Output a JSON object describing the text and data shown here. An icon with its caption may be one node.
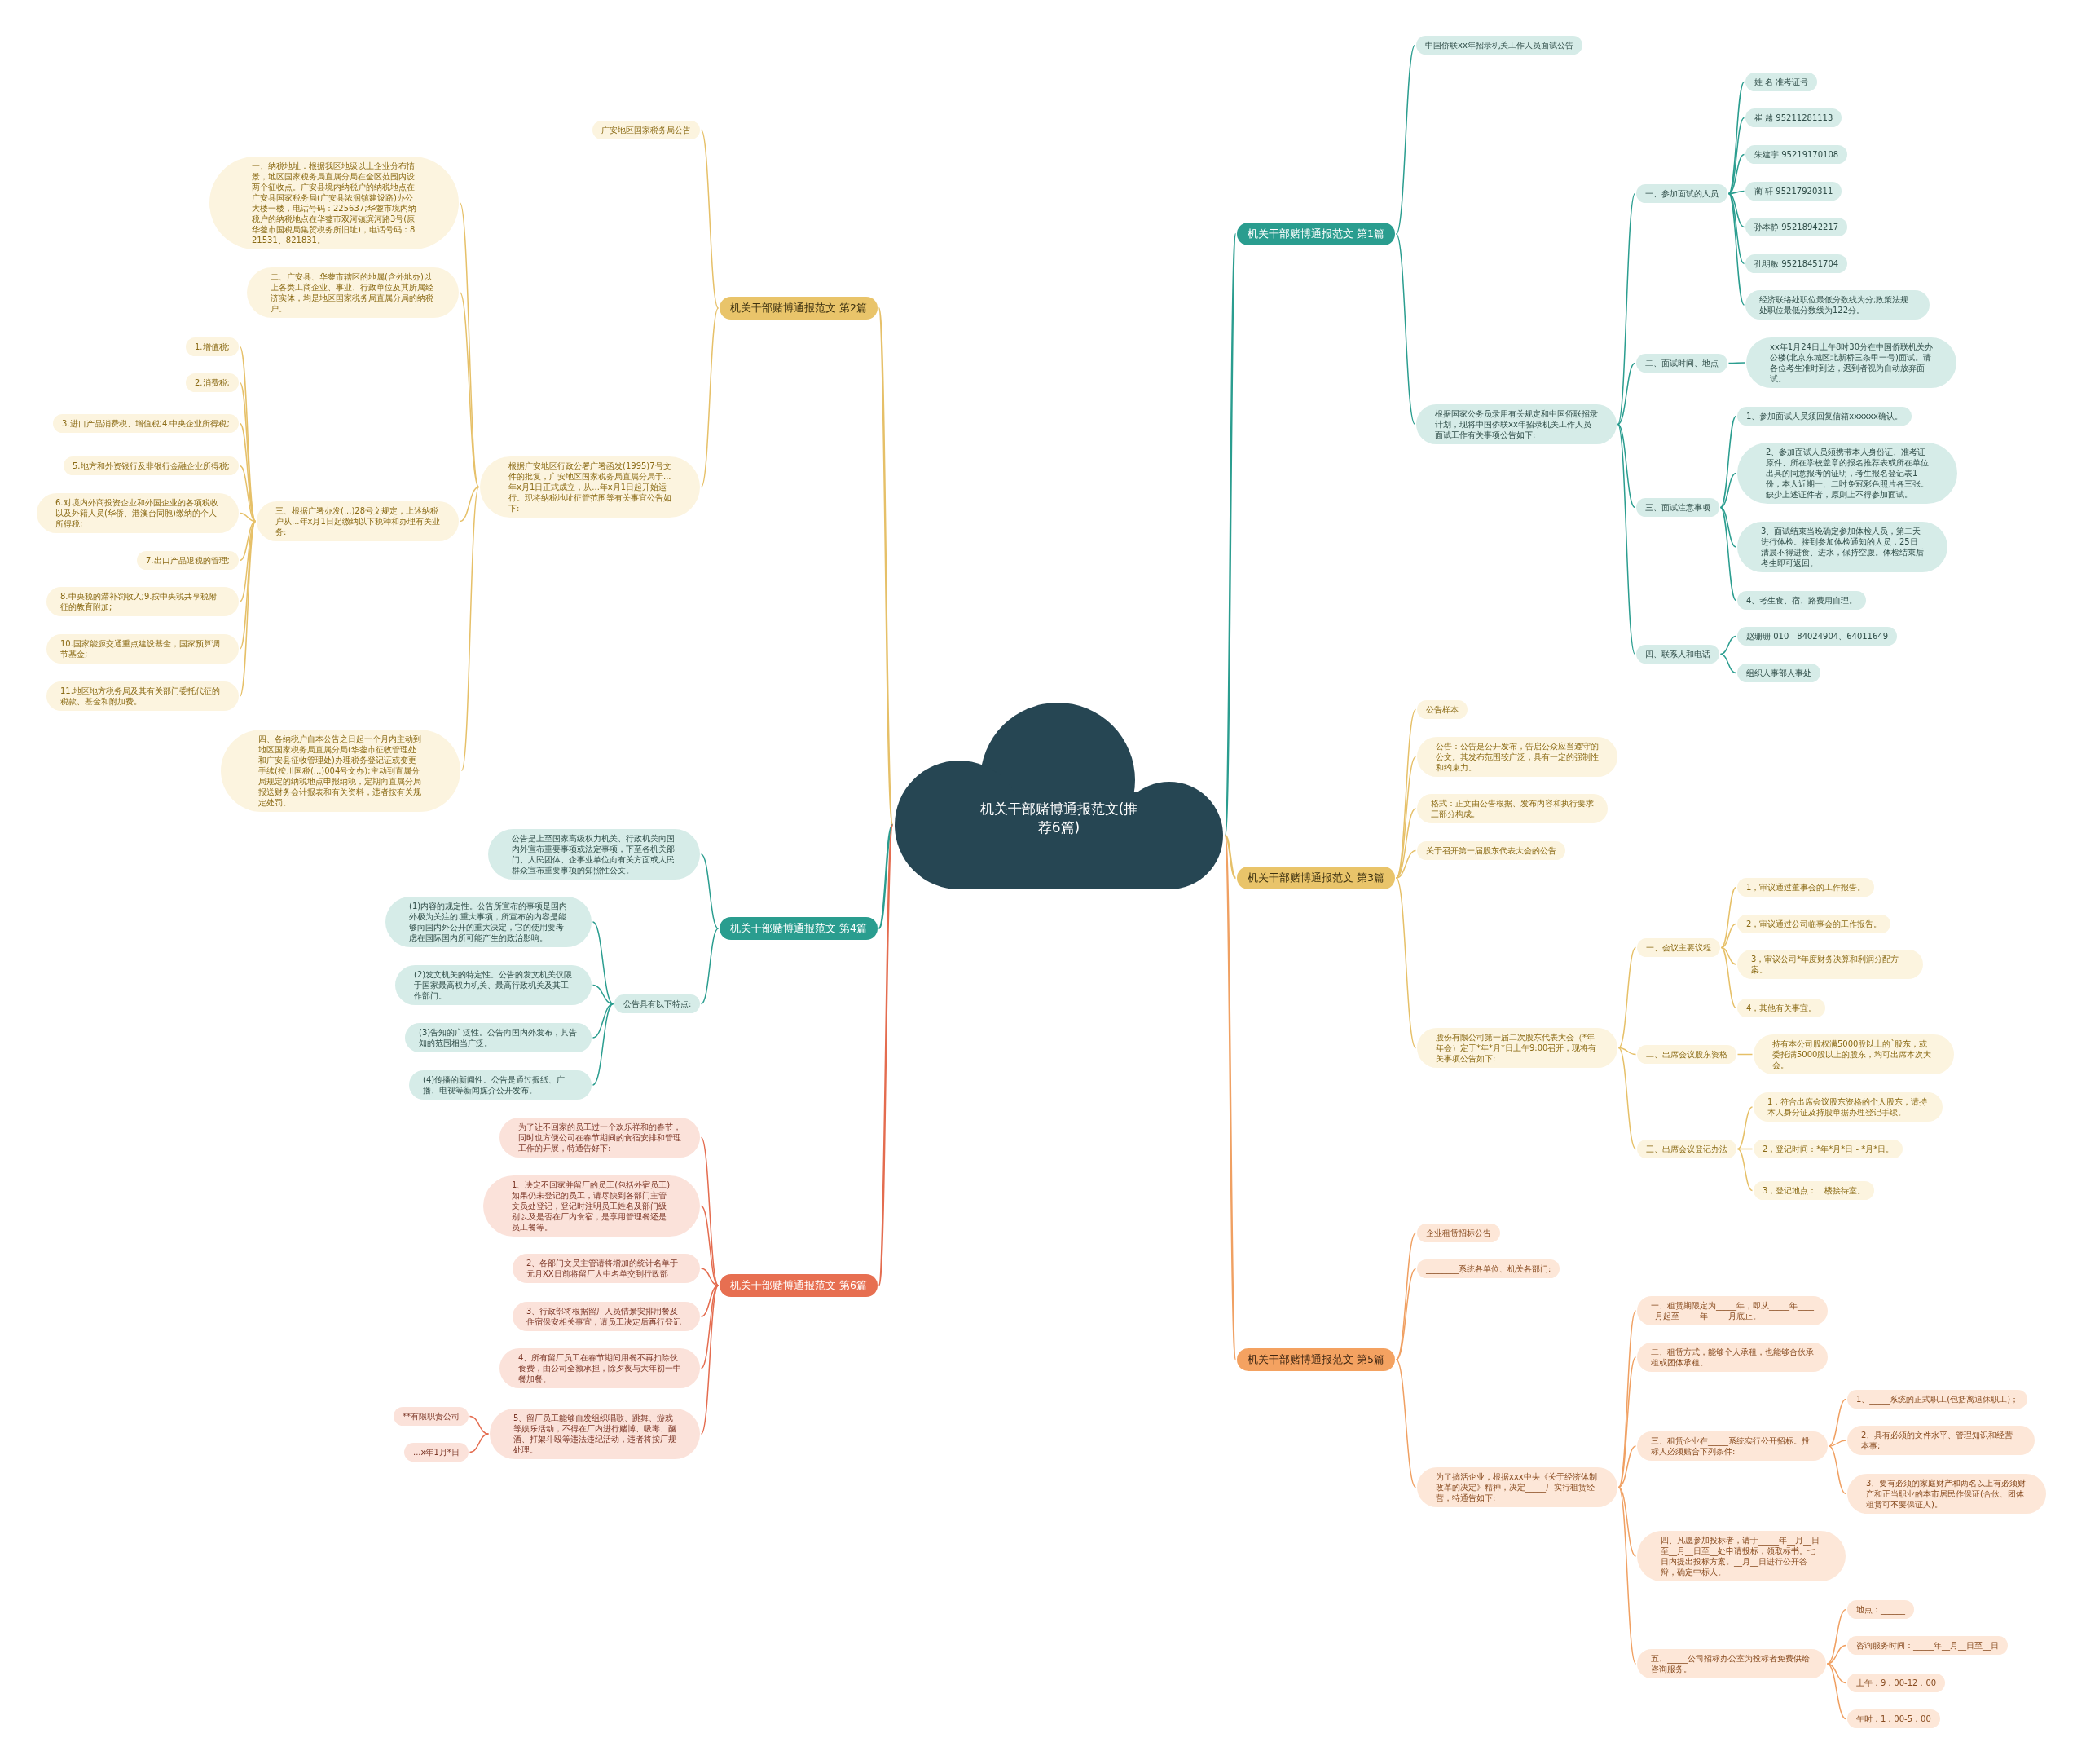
{
  "diagram": {
    "nodes": [
      {
        "text": [
          "机关干部赌博通报范文(推荐6篇)"
        ]
      },
      {
        "text": [
          "机关干部赌博通报范文 第1篇"
        ]
      },
      {
        "text": [
          "中国侨联xx年招录机关工作人员面试公告"
        ]
      },
      {
        "text": [
          "根据国家公务员录用有关规定和中国侨联招录计划，现将中国侨联xx年招录机关工作人员面试工作有关事项公告如下:"
        ]
      },
      {
        "text": [
          "一、参加面试的人员"
        ]
      },
      {
        "text": [
          "姓 名 准考证号"
        ]
      },
      {
        "text": [
          "崔 越 95211281113"
        ]
      },
      {
        "text": [
          "朱建宇 95219170108"
        ]
      },
      {
        "text": [
          "蔺 轩 95217920311"
        ]
      },
      {
        "text": [
          "孙本静 95218942217"
        ]
      },
      {
        "text": [
          "孔明敏 95218451704"
        ]
      },
      {
        "text": [
          "经济联络处职位最低分数线为分;政策法规处职位最低分数线为122分。"
        ]
      },
      {
        "text": [
          "二、面试时间、地点"
        ]
      },
      {
        "text": [
          "xx年1月24日上午8时30分在中国侨联机关办公楼(北京东城区北新桥三条甲一号)面试。请各位考生准时到达，迟到者视为自动放弃面试。"
        ]
      },
      {
        "text": [
          "三、面试注意事项"
        ]
      },
      {
        "text": [
          "1、参加面试人员须回复信箱xxxxxx确认。"
        ]
      },
      {
        "text": [
          "2、参加面试人员须携带本人身份证、准考证原件、所在学校盖章的报名推荐表或所在单位出具的同意报考的证明，考生报名登记表1份，本人近期一、二吋免冠彩色照片各三张。缺少上述证件者，原则上不得参加面试。"
        ]
      },
      {
        "text": [
          "3、面试结束当晚确定参加体检人员，第二天进行体检。接到参加体检通知的人员，25日清晨不得进食、进水，保持空腹。体检结束后考生即可返回。"
        ]
      },
      {
        "text": [
          "4、考生食、宿、路费用自理。"
        ]
      },
      {
        "text": [
          "四、联系人和电话"
        ]
      },
      {
        "text": [
          "赵珊珊 010—84024904、64011649"
        ]
      },
      {
        "text": [
          "组织人事部人事处"
        ]
      },
      {
        "text": [
          "机关干部赌博通报范文 第3篇"
        ]
      },
      {
        "text": [
          "公告样本"
        ]
      },
      {
        "text": [
          "公告：公告是公开发布，告启公众应当遵守的公文。其发布范围较广泛，具有一定的强制性和约束力。"
        ]
      },
      {
        "text": [
          "格式：正文由公告根据、发布内容和执行要求三部分构成。"
        ]
      },
      {
        "text": [
          "关于召开第一届股东代表大会的公告"
        ]
      },
      {
        "text": [
          "股份有限公司第一届二次股东代表大会（*年年会）定于*年*月*日上午9:00召开，现将有关事项公告如下:"
        ]
      },
      {
        "text": [
          "一、会议主要议程"
        ]
      },
      {
        "text": [
          "1，审议通过董事会的工作报告。"
        ]
      },
      {
        "text": [
          "2，审议通过公司临事会的工作报告。"
        ]
      },
      {
        "text": [
          "3，审议公司*年度财务决算和利润分配方案。"
        ]
      },
      {
        "text": [
          "4，其他有关事宜。"
        ]
      },
      {
        "text": [
          "二、出席会议股东资格"
        ]
      },
      {
        "text": [
          "持有本公司股权满5000股以上的`股东，或委托满5000股以上的股东，均可出席本次大会。"
        ]
      },
      {
        "text": [
          "三、出席会议登记办法"
        ]
      },
      {
        "text": [
          "1，符合出席会议股东资格的个人股东，请持本人身分证及持股单据办理登记手续。"
        ]
      },
      {
        "text": [
          "2，登记时间：*年*月*日 - *月*日。"
        ]
      },
      {
        "text": [
          "3，登记地点：二楼接待室。"
        ]
      },
      {
        "text": [
          "机关干部赌博通报范文 第5篇"
        ]
      },
      {
        "text": [
          "企业租赁招标公告"
        ]
      },
      {
        "text": [
          "________系统各单位、机关各部门:"
        ]
      },
      {
        "text": [
          "为了搞活企业，根据xxx中央《关于经济体制改革的决定》精神，决定_____厂实行租赁经营，特通告如下:"
        ]
      },
      {
        "text": [
          "一、租赁期限定为_____年，即从_____年_____月起至_____年_____月底止。"
        ]
      },
      {
        "text": [
          "二、租赁方式，能够个人承租，也能够合伙承租或团体承租。"
        ]
      },
      {
        "text": [
          "三、租赁企业在_____系统实行公开招标。投标人必须贴合下列条件:"
        ]
      },
      {
        "text": [
          "1、_____系统的正式职工(包括离退休职工)；"
        ]
      },
      {
        "text": [
          "2、具有必须的文件水平、管理知识和经营本事;"
        ]
      },
      {
        "text": [
          "3、要有必须的家庭财产和两名以上有必须财产和正当职业的本市居民作保证(合伙、团体租赁可不要保证人)。"
        ]
      },
      {
        "text": [
          "四、凡愿参加投标者，请于_____年__月__日至__月__日至__处申请投标，领取标书。七日内提出投标方案。__月__日进行公开答辩，确定中标人。"
        ]
      },
      {
        "text": [
          "五、_____公司招标办公室为投标者免费供给咨询服务。"
        ]
      },
      {
        "text": [
          "地点：______"
        ]
      },
      {
        "text": [
          "咨询服务时间：_____年__月__日至__日"
        ]
      },
      {
        "text": [
          "上午：9：00-12：00"
        ]
      },
      {
        "text": [
          "午时：1：00-5：00"
        ]
      },
      {
        "text": [
          "机关干部赌博通报范文 第2篇"
        ]
      },
      {
        "text": [
          "广安地区国家税务局公告"
        ]
      },
      {
        "text": [
          "根据广安地区行政公署广署函发(1995)7号文件的批复，广安地区国家税务局直属分局于...年x月1日正式成立，从...年x月1日起开始运行。现将纳税地址征管范围等有关事宜公告如下:"
        ]
      },
      {
        "text": [
          "一、纳税地址：根据我区地级以上企业分布情景，地区国家税务局直属分局在全区范围内设两个征收点。广安县境内纳税户的纳税地点在广安县国家税务局(广安县浓洄镇建设路)办公大楼一楼，电话号码：225637;华蓥市境内纳税户的纳税地点在华蓥市双河镇滨河路3号(原华蓥市国税局集贸税务所旧址)，电话号码：821531、821831。"
        ]
      },
      {
        "text": [
          "二、广安县、华蓥市辖区的地属(含外地办)以上各类工商企业、事业、行政单位及其所属经济实体，均是地区国家税务局直属分局的纳税户。"
        ]
      },
      {
        "text": [
          "三、根据广署办发(...)28号文规定，上述纳税户从...年x月1日起缴纳以下税种和办理有关业务:"
        ]
      },
      {
        "text": [
          "1.增值税;"
        ]
      },
      {
        "text": [
          "2.消费税;"
        ]
      },
      {
        "text": [
          "3.进口产品消费税、增值税;4.中央企业所得税;"
        ]
      },
      {
        "text": [
          "5.地方和外资银行及非银行金融企业所得税;"
        ]
      },
      {
        "text": [
          "6.对境内外商投资企业和外国企业的各项税收以及外籍人员(华侨、港澳台同胞)缴纳的个人所得税;"
        ]
      },
      {
        "text": [
          "7.出口产品退税的管理;"
        ]
      },
      {
        "text": [
          "8.中央税的滞补罚收入;9.按中央税共享税附征的教育附加;"
        ]
      },
      {
        "text": [
          "10.国家能源交通重点建设基金，国家预算调节基金;"
        ]
      },
      {
        "text": [
          "11.地区地方税务局及其有关部门委托代征的税款、基金和附加费。"
        ]
      },
      {
        "text": [
          "四、各纳税户自本公告之日起一个月内主动到地区国家税务局直属分局(华蓥市征收管理处和广安县征收管理处)办理税务登记证或变更手续(按川国税(...)004号文办);主动到直属分局规定的纳税地点申报纳税，定期向直属分局报送财务会计报表和有关资料，违者按有关规定处罚。"
        ]
      },
      {
        "text": [
          "机关干部赌博通报范文 第4篇"
        ]
      },
      {
        "text": [
          "公告是上至国家高级权力机关、行政机关向国内外宣布重要事项或法定事项，下至各机关部门、人民团体、企事业单位向有关方面或人民群众宣布重要事项的知照性公文。"
        ]
      },
      {
        "text": [
          "公告具有以下特点:"
        ]
      },
      {
        "text": [
          "(1)内容的规定性。公告所宣布的事项是国内外极为关注的.重大事项，所宣布的内容是能够向国内外公开的重大决定，它的使用要考虑在国际国内所可能产生的政治影响。"
        ]
      },
      {
        "text": [
          "(2)发文机关的特定性。公告的发文机关仅限于国家最高权力机关、最高行政机关及其工作部门。"
        ]
      },
      {
        "text": [
          "(3)告知的广泛性。公告向国内外发布，其告知的范围相当广泛。"
        ]
      },
      {
        "text": [
          "(4)传播的新闻性。公告是通过报纸、广播、电视等新闻媒介公开发布。"
        ]
      },
      {
        "text": [
          "机关干部赌博通报范文 第6篇"
        ]
      },
      {
        "text": [
          "为了让不回家的员工过一个欢乐祥和的春节，同时也方便公司在春节期间的食宿安排和管理工作的开展，特通告好下:"
        ]
      },
      {
        "text": [
          "1、决定不回家并留厂的员工(包括外宿员工)如果仍未登记的员工，请尽快到各部门主管文员处登记，登记时注明员工姓名及部门级别以及是否在厂内食宿，是享用管理餐还是员工餐等。"
        ]
      },
      {
        "text": [
          "2、各部门文员主管请将增加的统计名单于元月XX日前将留厂人中名单交到行政部"
        ]
      },
      {
        "text": [
          "3、行政部将根据留厂人员情景安排用餐及住宿保安相关事宜，请员工决定后再行登记"
        ]
      },
      {
        "text": [
          "4、所有留厂员工在春节期间用餐不再扣除伙食费，由公司全额承担，除夕夜与大年初一中餐加餐。"
        ]
      },
      {
        "text": [
          "5、留厂员工能够自发组织唱歌、跳舞、游戏等娱乐活动，不得在厂内进行赌博、吸毒、酗酒、打架斗殴等违法违纪活动，违者将按厂规处理。"
        ]
      },
      {
        "text": [
          "**有限职责公司"
        ]
      },
      {
        "text": [
          "...x年1月*日"
        ]
      }
    ],
    "edges": [
      {
        "from": 0,
        "to": 1,
        "arrow": "none",
        "color": "#2a9d8f"
      },
      {
        "from": 1,
        "to": 2,
        "arrow": "none",
        "color": "#2a9d8f"
      },
      {
        "from": 1,
        "to": 3,
        "arrow": "none",
        "color": "#2a9d8f"
      },
      {
        "from": 3,
        "to": 4,
        "arrow": "none",
        "color": "#2a9d8f"
      },
      {
        "from": 4,
        "to": 5,
        "arrow": "none",
        "color": "#2a9d8f"
      },
      {
        "from": 4,
        "to": 6,
        "arrow": "none",
        "color": "#2a9d8f"
      },
      {
        "from": 4,
        "to": 7,
        "arrow": "none",
        "color": "#2a9d8f"
      },
      {
        "from": 4,
        "to": 8,
        "arrow": "none",
        "color": "#2a9d8f"
      },
      {
        "from": 4,
        "to": 9,
        "arrow": "none",
        "color": "#2a9d8f"
      },
      {
        "from": 4,
        "to": 10,
        "arrow": "none",
        "color": "#2a9d8f"
      },
      {
        "from": 4,
        "to": 11,
        "arrow": "none",
        "color": "#2a9d8f"
      },
      {
        "from": 3,
        "to": 12,
        "arrow": "none",
        "color": "#2a9d8f"
      },
      {
        "from": 12,
        "to": 13,
        "arrow": "none",
        "color": "#2a9d8f"
      },
      {
        "from": 3,
        "to": 14,
        "arrow": "none",
        "color": "#2a9d8f"
      },
      {
        "from": 14,
        "to": 15,
        "arrow": "none",
        "color": "#2a9d8f"
      },
      {
        "from": 14,
        "to": 16,
        "arrow": "none",
        "color": "#2a9d8f"
      },
      {
        "from": 14,
        "to": 17,
        "arrow": "none",
        "color": "#2a9d8f"
      },
      {
        "from": 14,
        "to": 18,
        "arrow": "none",
        "color": "#2a9d8f"
      },
      {
        "from": 3,
        "to": 19,
        "arrow": "none",
        "color": "#2a9d8f"
      },
      {
        "from": 19,
        "to": 20,
        "arrow": "none",
        "color": "#2a9d8f"
      },
      {
        "from": 19,
        "to": 21,
        "arrow": "none",
        "color": "#2a9d8f"
      },
      {
        "from": 0,
        "to": 22,
        "arrow": "none"
      },
      {
        "from": 22,
        "to": 23,
        "arrow": "none"
      },
      {
        "from": 22,
        "to": 24,
        "arrow": "none"
      },
      {
        "from": 22,
        "to": 25,
        "arrow": "none"
      },
      {
        "from": 22,
        "to": 26,
        "arrow": "none"
      },
      {
        "from": 22,
        "to": 27,
        "arrow": "none"
      },
      {
        "from": 27,
        "to": 28,
        "arrow": "none"
      },
      {
        "from": 28,
        "to": 29,
        "arrow": "none"
      },
      {
        "from": 28,
        "to": 30,
        "arrow": "none"
      },
      {
        "from": 28,
        "to": 31,
        "arrow": "none"
      },
      {
        "from": 28,
        "to": 32,
        "arrow": "none"
      },
      {
        "from": 27,
        "to": 33,
        "arrow": "none"
      },
      {
        "from": 33,
        "to": 34,
        "arrow": "none"
      },
      {
        "from": 27,
        "to": 35,
        "arrow": "none"
      },
      {
        "from": 35,
        "to": 36,
        "arrow": "none"
      },
      {
        "from": 35,
        "to": 37,
        "arrow": "none"
      },
      {
        "from": 35,
        "to": 38,
        "arrow": "none"
      },
      {
        "from": 0,
        "to": 39,
        "arrow": "none",
        "color": "#f0a062"
      },
      {
        "from": 39,
        "to": 40,
        "arrow": "none",
        "color": "#f0a062"
      },
      {
        "from": 39,
        "to": 41,
        "arrow": "none",
        "color": "#f0a062"
      },
      {
        "from": 39,
        "to": 42,
        "arrow": "none",
        "color": "#f0a062"
      },
      {
        "from": 42,
        "to": 43,
        "arrow": "none",
        "color": "#f0a062"
      },
      {
        "from": 42,
        "to": 44,
        "arrow": "none",
        "color": "#f0a062"
      },
      {
        "from": 42,
        "to": 45,
        "arrow": "none",
        "color": "#f0a062"
      },
      {
        "from": 45,
        "to": 46,
        "arrow": "none",
        "color": "#f0a062"
      },
      {
        "from": 45,
        "to": 47,
        "arrow": "none",
        "color": "#f0a062"
      },
      {
        "from": 45,
        "to": 48,
        "arrow": "none",
        "color": "#f0a062"
      },
      {
        "from": 42,
        "to": 49,
        "arrow": "none",
        "color": "#f0a062"
      },
      {
        "from": 42,
        "to": 50,
        "arrow": "none",
        "color": "#f0a062"
      },
      {
        "from": 50,
        "to": 51,
        "arrow": "none",
        "color": "#f0a062"
      },
      {
        "from": 50,
        "to": 52,
        "arrow": "none",
        "color": "#f0a062"
      },
      {
        "from": 50,
        "to": 53,
        "arrow": "none",
        "color": "#f0a062"
      },
      {
        "from": 50,
        "to": 54,
        "arrow": "none",
        "color": "#f0a062"
      },
      {
        "from": 0,
        "to": 55,
        "arrow": "none"
      },
      {
        "from": 55,
        "to": 56,
        "arrow": "none"
      },
      {
        "from": 55,
        "to": 57,
        "arrow": "none"
      },
      {
        "from": 57,
        "to": 58,
        "arrow": "none"
      },
      {
        "from": 57,
        "to": 59,
        "arrow": "none"
      },
      {
        "from": 57,
        "to": 60,
        "arrow": "none"
      },
      {
        "from": 60,
        "to": 61,
        "arrow": "none"
      },
      {
        "from": 60,
        "to": 62,
        "arrow": "none"
      },
      {
        "from": 60,
        "to": 63,
        "arrow": "none"
      },
      {
        "from": 60,
        "to": 64,
        "arrow": "none"
      },
      {
        "from": 60,
        "to": 65,
        "arrow": "none"
      },
      {
        "from": 60,
        "to": 66,
        "arrow": "none"
      },
      {
        "from": 60,
        "to": 67,
        "arrow": "none"
      },
      {
        "from": 60,
        "to": 68,
        "arrow": "none"
      },
      {
        "from": 60,
        "to": 69,
        "arrow": "none"
      },
      {
        "from": 57,
        "to": 70,
        "arrow": "none"
      },
      {
        "from": 0,
        "to": 71,
        "arrow": "none",
        "color": "#2a9d8f"
      },
      {
        "from": 71,
        "to": 72,
        "arrow": "none",
        "color": "#2a9d8f"
      },
      {
        "from": 71,
        "to": 73,
        "arrow": "none",
        "color": "#2a9d8f"
      },
      {
        "from": 73,
        "to": 74,
        "arrow": "none",
        "color": "#2a9d8f"
      },
      {
        "from": 73,
        "to": 75,
        "arrow": "none",
        "color": "#2a9d8f"
      },
      {
        "from": 73,
        "to": 76,
        "arrow": "none",
        "color": "#2a9d8f"
      },
      {
        "from": 73,
        "to": 77,
        "arrow": "none",
        "color": "#2a9d8f"
      },
      {
        "from": 0,
        "to": 78,
        "arrow": "none",
        "color": "#e46c4f"
      },
      {
        "from": 78,
        "to": 79,
        "arrow": "none",
        "color": "#e46c4f"
      },
      {
        "from": 78,
        "to": 80,
        "arrow": "none",
        "color": "#e46c4f"
      },
      {
        "from": 78,
        "to": 81,
        "arrow": "none",
        "color": "#e46c4f"
      },
      {
        "from": 78,
        "to": 82,
        "arrow": "none",
        "color": "#e46c4f"
      },
      {
        "from": 78,
        "to": 83,
        "arrow": "none",
        "color": "#e46c4f"
      },
      {
        "from": 78,
        "to": 84,
        "arrow": "none",
        "color": "#e46c4f"
      },
      {
        "from": 84,
        "to": 85,
        "arrow": "none",
        "color": "#e46c4f"
      },
      {
        "from": 84,
        "to": 86,
        "arrow": "none",
        "color": "#e46c4f"
      }
    ]
  }
}
